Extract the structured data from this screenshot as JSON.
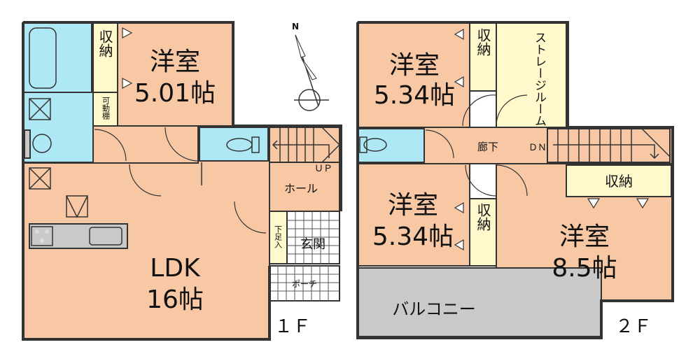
{
  "floor1": {
    "floor_label": "１Ｆ",
    "western_room": {
      "name": "洋室",
      "size": "5.01帖"
    },
    "ldk": {
      "name": "LDK",
      "size": "16帖"
    },
    "closet_label": "収納",
    "movable_shelf_label": "可動棚",
    "hall_label": "ホール",
    "up_label": "ＵＰ",
    "genkan_label": "玄関",
    "shoe_storage_label": "下足入",
    "porch_label": "ポーチ"
  },
  "floor2": {
    "floor_label": "２Ｆ",
    "western_room_a": {
      "name": "洋室",
      "size": "5.34帖"
    },
    "western_room_b": {
      "name": "洋室",
      "size": "5.34帖"
    },
    "western_room_c": {
      "name": "洋室",
      "size": "8.5帖"
    },
    "closet_label": "収納",
    "closet_wide_label": "収納",
    "storage_room_label": "ストレージルーム",
    "corridor_label": "廊下",
    "down_label": "ＤＮ",
    "balcony_label": "バルコニー"
  },
  "compass": {
    "north_label": "N"
  },
  "colors": {
    "room_fill": "#f8c8a4",
    "wet_area_fill": "#aee8f4",
    "closet_fill": "#fff9cc",
    "balcony_fill": "#c9c9c9",
    "wall": "#333333"
  }
}
